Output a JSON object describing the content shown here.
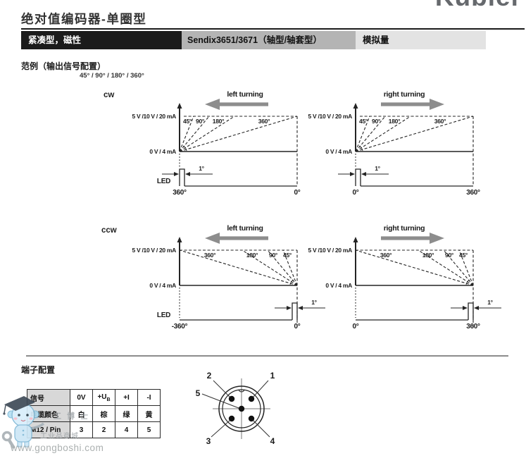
{
  "brand_logo": "Kübler",
  "header": {
    "title": "绝对值编码器-单圈型",
    "bar": {
      "left": "紧凑型，磁性",
      "product_bold": "Sendix3651/3671",
      "product_suffix": "（轴型/轴套型）",
      "right": "模拟量"
    }
  },
  "example": {
    "label": "范例（输出信号配置）",
    "values": "45° / 90° / 180° / 360°"
  },
  "chart_data": {
    "type": "signal-diagram",
    "y_top_label": "5 V /10 V / 20 mA",
    "y_zero_label": "0 V / 4 mA",
    "angle_series": [
      "45°",
      "90°",
      "180°",
      "360°"
    ],
    "pulse_width_label": "1°",
    "led_label": "LED",
    "rows": [
      {
        "rotation_label": "cw",
        "panels": [
          {
            "turning_label": "left turning",
            "arrow_direction": "left",
            "ramp_origin": "left",
            "x_axis_left": "360°",
            "x_axis_right": "0°",
            "show_led_label": true
          },
          {
            "turning_label": "right turning",
            "arrow_direction": "right",
            "ramp_origin": "left",
            "x_axis_left": "0°",
            "x_axis_right": "360°",
            "show_led_label": false
          }
        ]
      },
      {
        "rotation_label": "ccw",
        "panels": [
          {
            "turning_label": "left turning",
            "arrow_direction": "left",
            "ramp_origin": "right",
            "x_axis_left": "-360°",
            "x_axis_right": "0°",
            "show_led_label": true
          },
          {
            "turning_label": "right turning",
            "arrow_direction": "right",
            "ramp_origin": "right",
            "x_axis_left": "0°",
            "x_axis_right": "360°",
            "show_led_label": false
          }
        ]
      }
    ]
  },
  "terminal": {
    "heading": "端子配置",
    "table": {
      "rows": [
        {
          "label": "信号",
          "cells": [
            {
              "text": "0V"
            },
            {
              "text": "+U",
              "sub": "B"
            },
            {
              "text": "+I"
            },
            {
              "text": "-I"
            }
          ]
        },
        {
          "label": "电缆颜色",
          "cells": [
            {
              "text": "白"
            },
            {
              "text": "棕"
            },
            {
              "text": "绿"
            },
            {
              "text": "黄"
            }
          ]
        },
        {
          "label": "M12 / Pin",
          "cells": [
            {
              "text": "3"
            },
            {
              "text": "2"
            },
            {
              "text": "4"
            },
            {
              "text": "5"
            }
          ]
        }
      ]
    },
    "connector_pins": [
      "1",
      "2",
      "3",
      "4",
      "5"
    ]
  },
  "watermark": {
    "name_text": "工博士",
    "mall_text": "工业品商城",
    "url": "www.gongboshi.com"
  },
  "colors": {
    "bar_black": "#1b1b1b",
    "bar_gray": "#b4b4b4",
    "bar_light": "#e3e3e3",
    "turn_arrow": "#8d8d8d",
    "line": "#242424"
  }
}
